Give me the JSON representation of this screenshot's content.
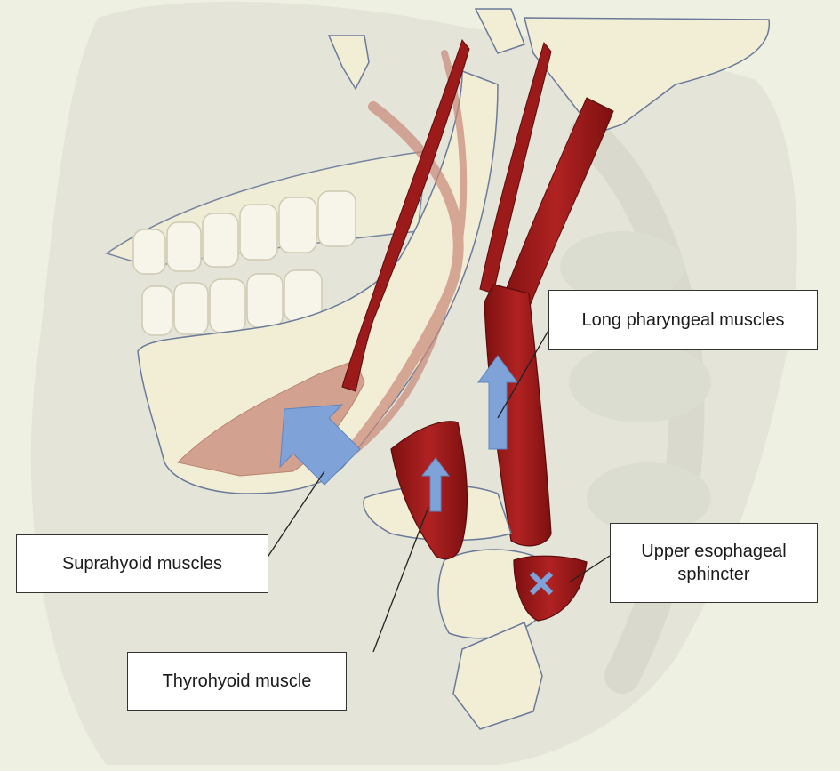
{
  "labels": {
    "long_pharyngeal": "Long pharyngeal muscles",
    "suprahyoid": "Suprahyoid muscles",
    "upper_esophageal_line1": "Upper esophageal",
    "upper_esophageal_line2": "sphincter",
    "thyrohyoid": "Thyrohyoid muscle"
  },
  "colors": {
    "background": "#eef0e2",
    "bone": "#f2eed6",
    "muscle": "#9c1a1a",
    "muscle_faded": "#c98878",
    "arrow": "#7fa3d8"
  }
}
